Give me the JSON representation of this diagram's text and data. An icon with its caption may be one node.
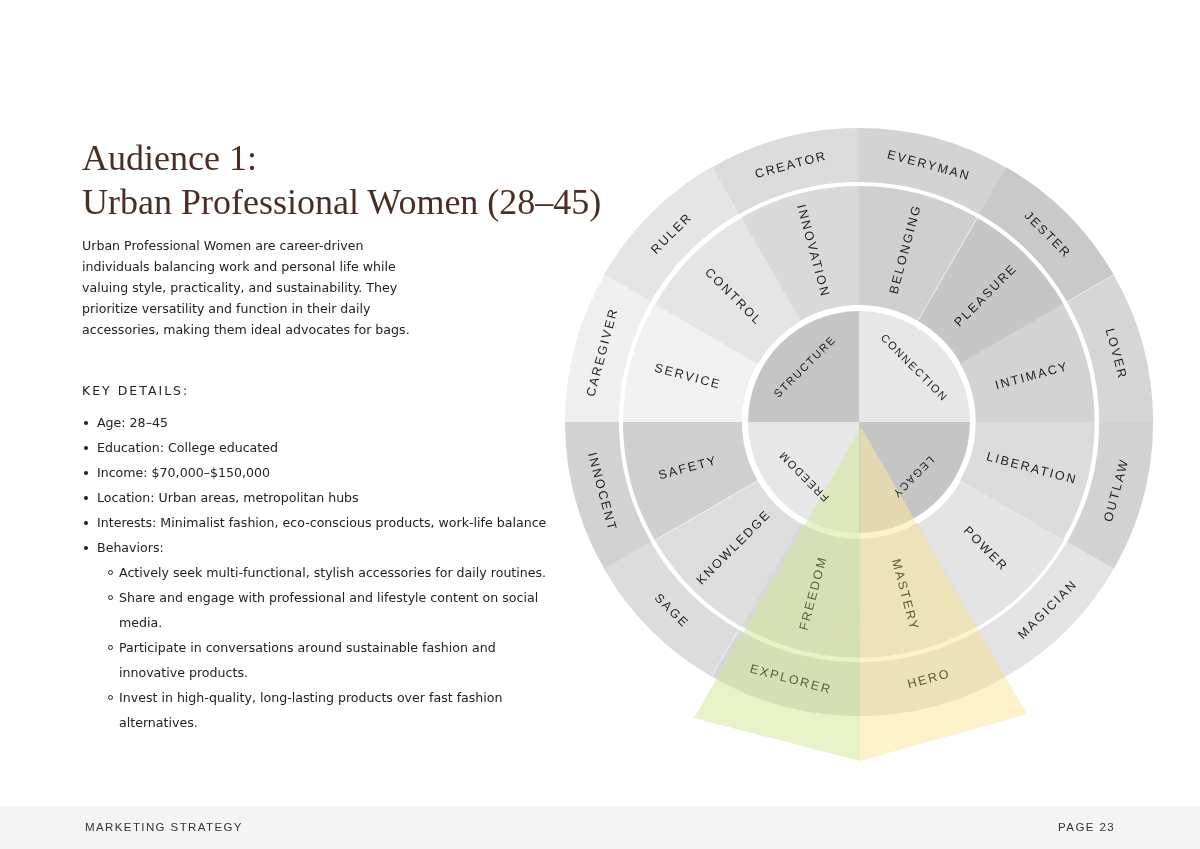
{
  "diagram": {
    "title": "Audience 1: Urban Professional Women (28–45)",
    "nodes": [
      {
        "text": [
          "EVERYMAN"
        ]
      },
      {
        "text": [
          "JESTER"
        ]
      },
      {
        "text": [
          "LOVER"
        ]
      },
      {
        "text": [
          "OUTLAW"
        ]
      },
      {
        "text": [
          "MAGICIAN"
        ]
      },
      {
        "text": [
          "HERO"
        ]
      },
      {
        "text": [
          "EXPLORER"
        ]
      },
      {
        "text": [
          "SAGE"
        ]
      },
      {
        "text": [
          "INNOCENT"
        ]
      },
      {
        "text": [
          "CAREGIVER"
        ]
      },
      {
        "text": [
          "RULER"
        ]
      },
      {
        "text": [
          "CREATOR"
        ]
      },
      {
        "text": [
          "BELONGING"
        ]
      },
      {
        "text": [
          "PLEASURE"
        ]
      },
      {
        "text": [
          "INTIMACY"
        ]
      },
      {
        "text": [
          "LIBERATION"
        ]
      },
      {
        "text": [
          "POWER"
        ]
      },
      {
        "text": [
          "MASTERY"
        ]
      },
      {
        "text": [
          "FREEDOM"
        ]
      },
      {
        "text": [
          "KNOWLEDGE"
        ]
      },
      {
        "text": [
          "SAFETY"
        ]
      },
      {
        "text": [
          "SERVICE"
        ]
      },
      {
        "text": [
          "CONTROL"
        ]
      },
      {
        "text": [
          "INNOVATION"
        ]
      },
      {
        "text": [
          "CONNECTION"
        ]
      },
      {
        "text": [
          "LEGACY"
        ]
      },
      {
        "text": [
          "FREEDOM"
        ]
      },
      {
        "text": [
          "STRUCTURE"
        ]
      }
    ],
    "labels": [
      "Urban Professional Women are career-driven individuals balancing work and personal life while valuing style, practicality, and sustainability. They prioritize versatility and function in their daily accessories, making them ideal advocates for bags.",
      "KEY DETAILS:",
      "Age: 28–45",
      "Education: College educated",
      "Income: $70,000–$150,000",
      "Location: Urban areas, metropolitan hubs",
      "Interests: Minimalist fashion, eco-conscious products, work-life balance",
      "Behaviors:",
      "Actively seek multi-functional, stylish accessories for daily routines.",
      "Share and engage with professional and lifestyle content on social media.",
      "Participate in conversations around sustainable fashion and innovative products.",
      "Invest in high-quality, long-lasting products over fast fashion alternatives.",
      "MARKETING STRATEGY",
      "PAGE 23"
    ]
  }
}
